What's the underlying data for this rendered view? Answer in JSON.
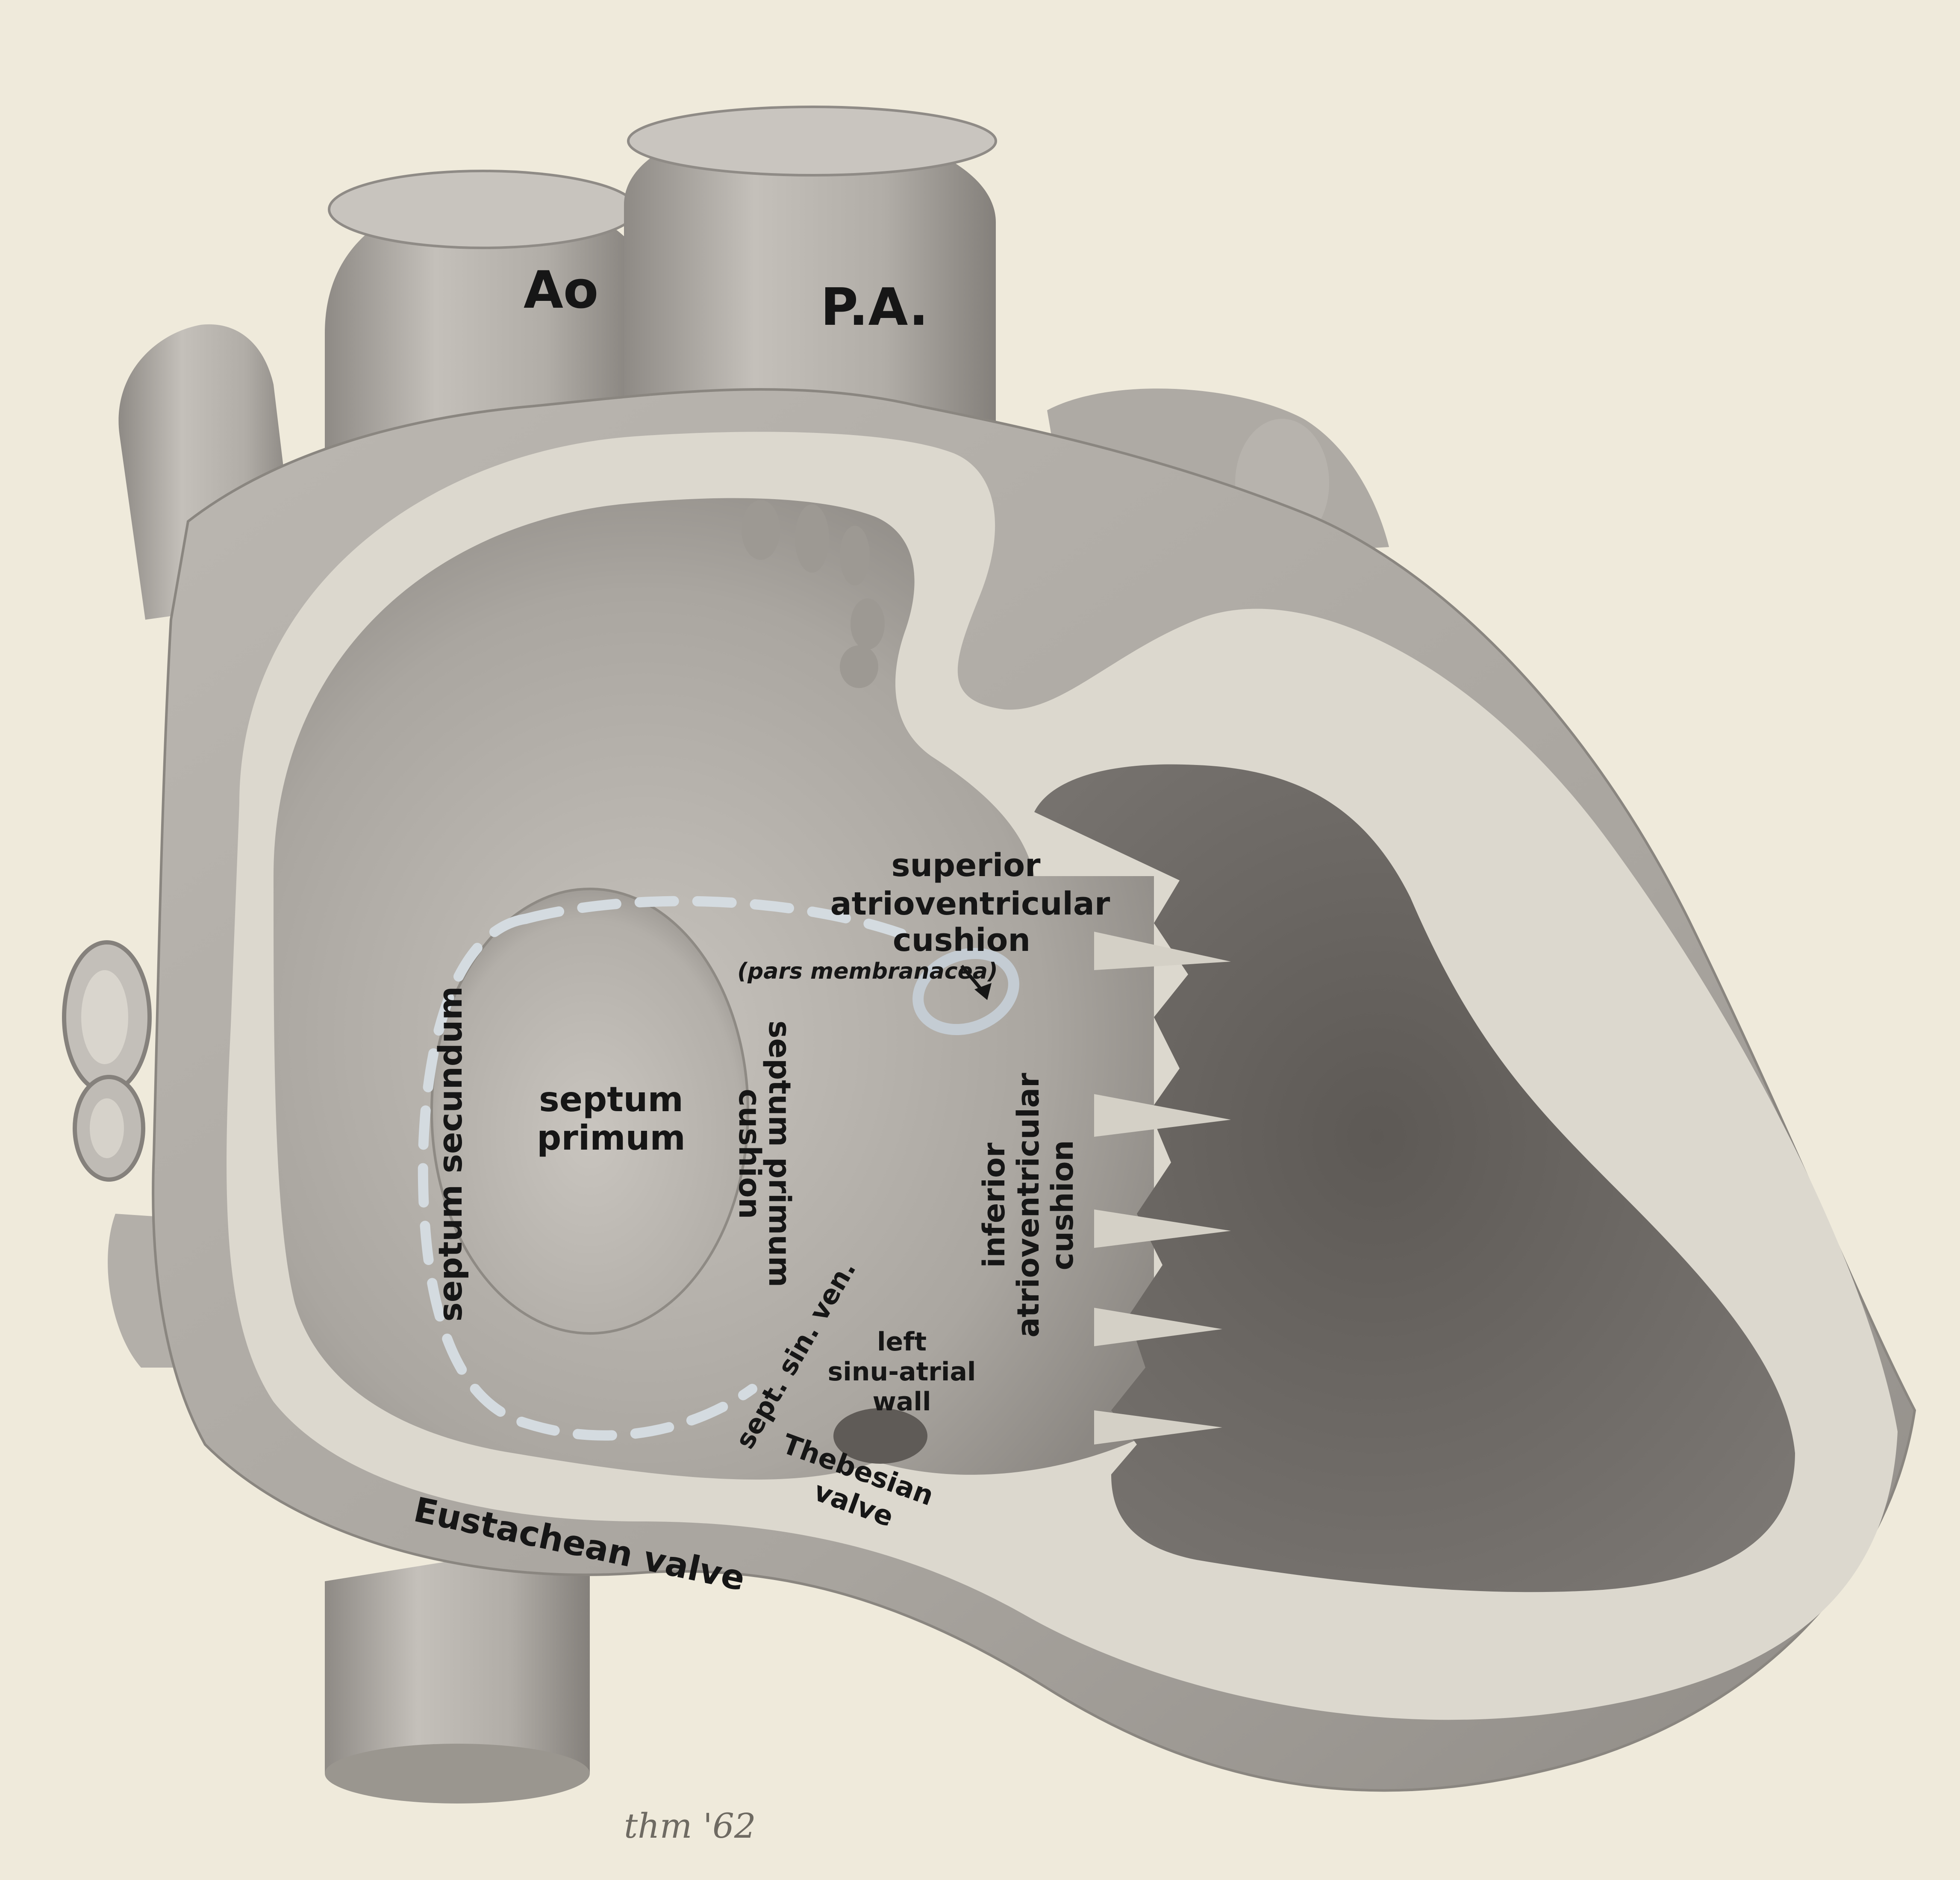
{
  "colors": {
    "paper": "#efeadb",
    "tissue": "#b9b5af",
    "tissue_dark": "#8f8b86",
    "wall_section": "#ddd9cf",
    "ventricle_cavity": "#6e6a66",
    "outline_dashed": "#d4dbe0",
    "label_text": "#161616"
  },
  "labels": {
    "ao": "Ao",
    "pa": "P.A.",
    "superior_cushion_line1": "superior",
    "superior_cushion_line2": "atrioventricular",
    "superior_cushion_line3": "cushion",
    "pars_membranacea": "(pars membranacea)",
    "septum_secundum": "septum secundum",
    "septum_primum_line1": "septum",
    "septum_primum_line2": "primum",
    "septum_primum_cushion_line1": "septum primum",
    "septum_primum_cushion_line2": "cushion",
    "inferior_cushion_line1": "inferior",
    "inferior_cushion_line2": "atrioventricular",
    "inferior_cushion_line3": "cushion",
    "sept_sin_ven": "sept. sin. ven.",
    "left_sinu_atrial_line1": "left",
    "left_sinu_atrial_line2": "sinu-atrial",
    "left_sinu_atrial_line3": "wall",
    "thebesian_line1": "Thebesian",
    "thebesian_line2": "valve",
    "eustachean_valve": "Eustachean valve"
  },
  "signature": "thm '62"
}
